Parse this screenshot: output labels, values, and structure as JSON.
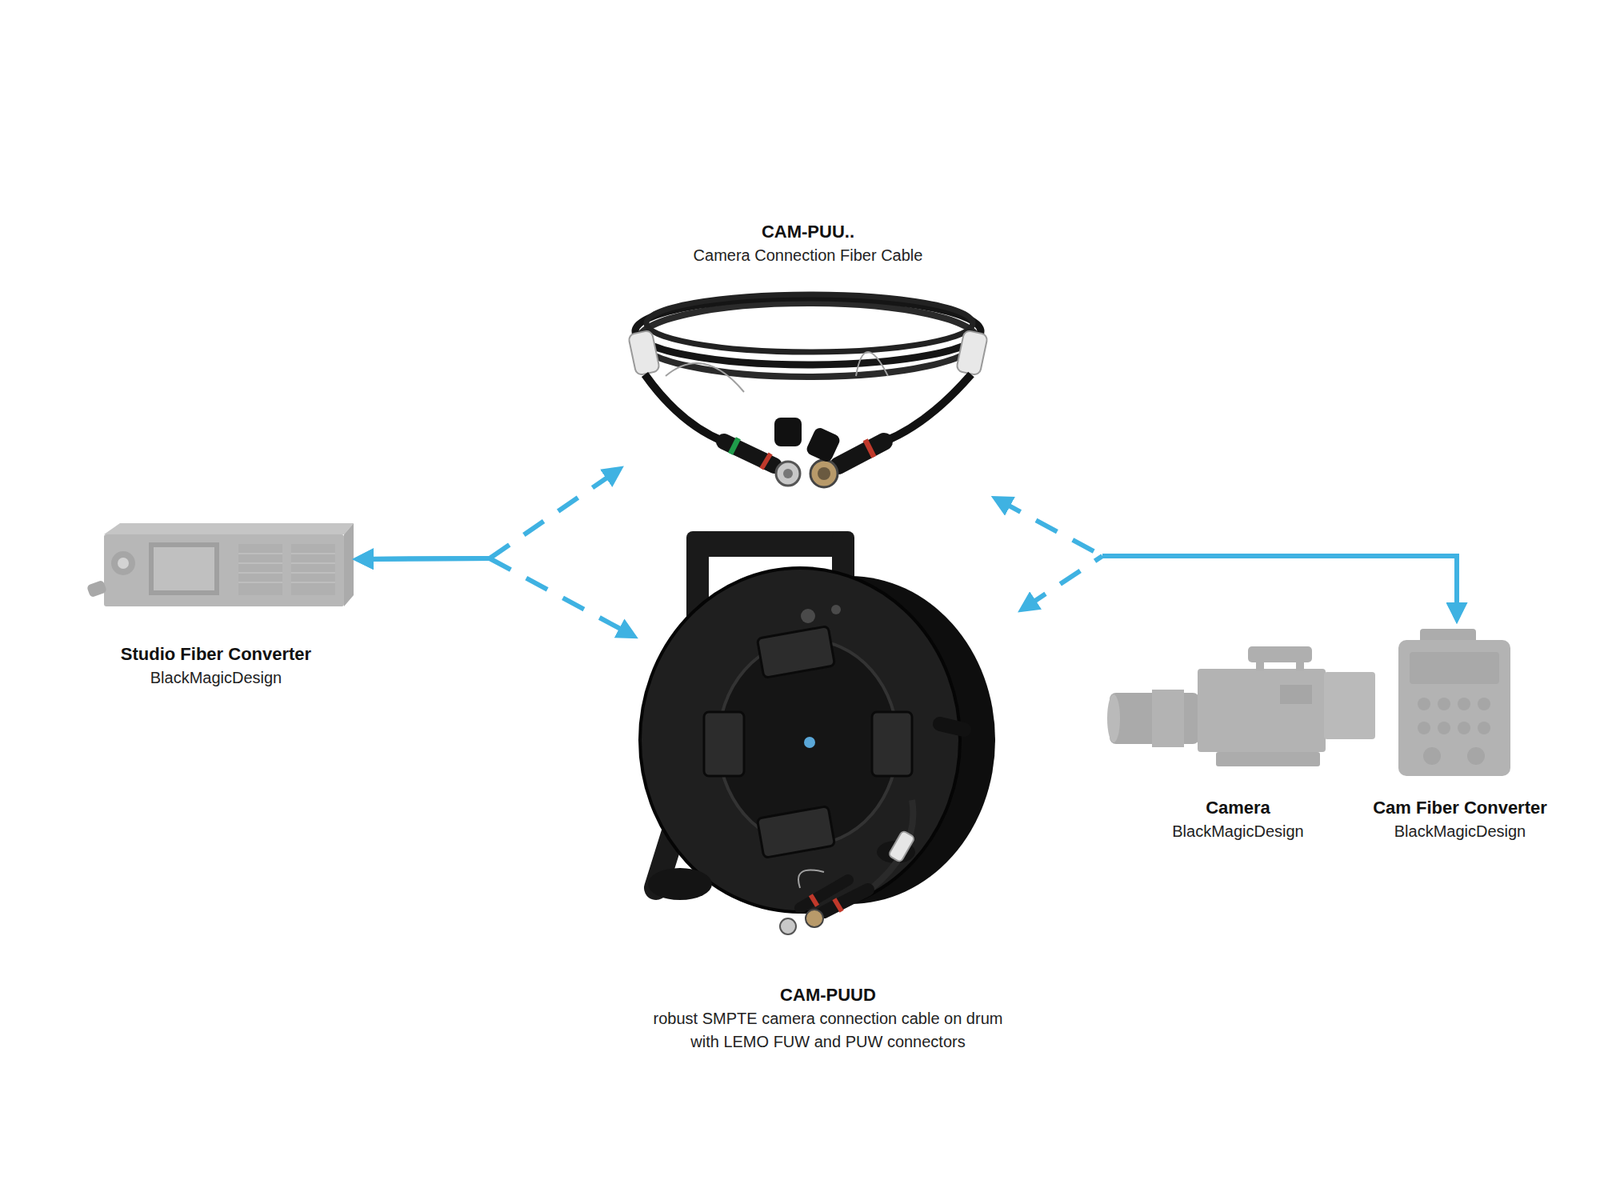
{
  "diagram": {
    "nodes": [
      {
        "text": [
          "CAM-PUU..",
          "Camera Connection Fiber Cable"
        ]
      },
      {
        "text": [
          "Studio Fiber Converter",
          "BlackMagicDesign"
        ]
      },
      {
        "text": [
          "CAM-PUUD",
          "robust SMPTE camera connection cable on drum with LEMO FUW and PUW connectors"
        ]
      },
      {
        "text": [
          "Camera",
          "BlackMagicDesign"
        ]
      },
      {
        "text": [
          "Cam Fiber Converter",
          "BlackMagicDesign"
        ]
      }
    ],
    "edges": [
      {
        "from": 1,
        "to": 0,
        "arrow": "both"
      },
      {
        "from": 1,
        "to": 2,
        "arrow": "both"
      },
      {
        "from": 0,
        "to": 4,
        "arrow": "both"
      },
      {
        "from": 2,
        "to": 4,
        "arrow": "both"
      }
    ]
  }
}
